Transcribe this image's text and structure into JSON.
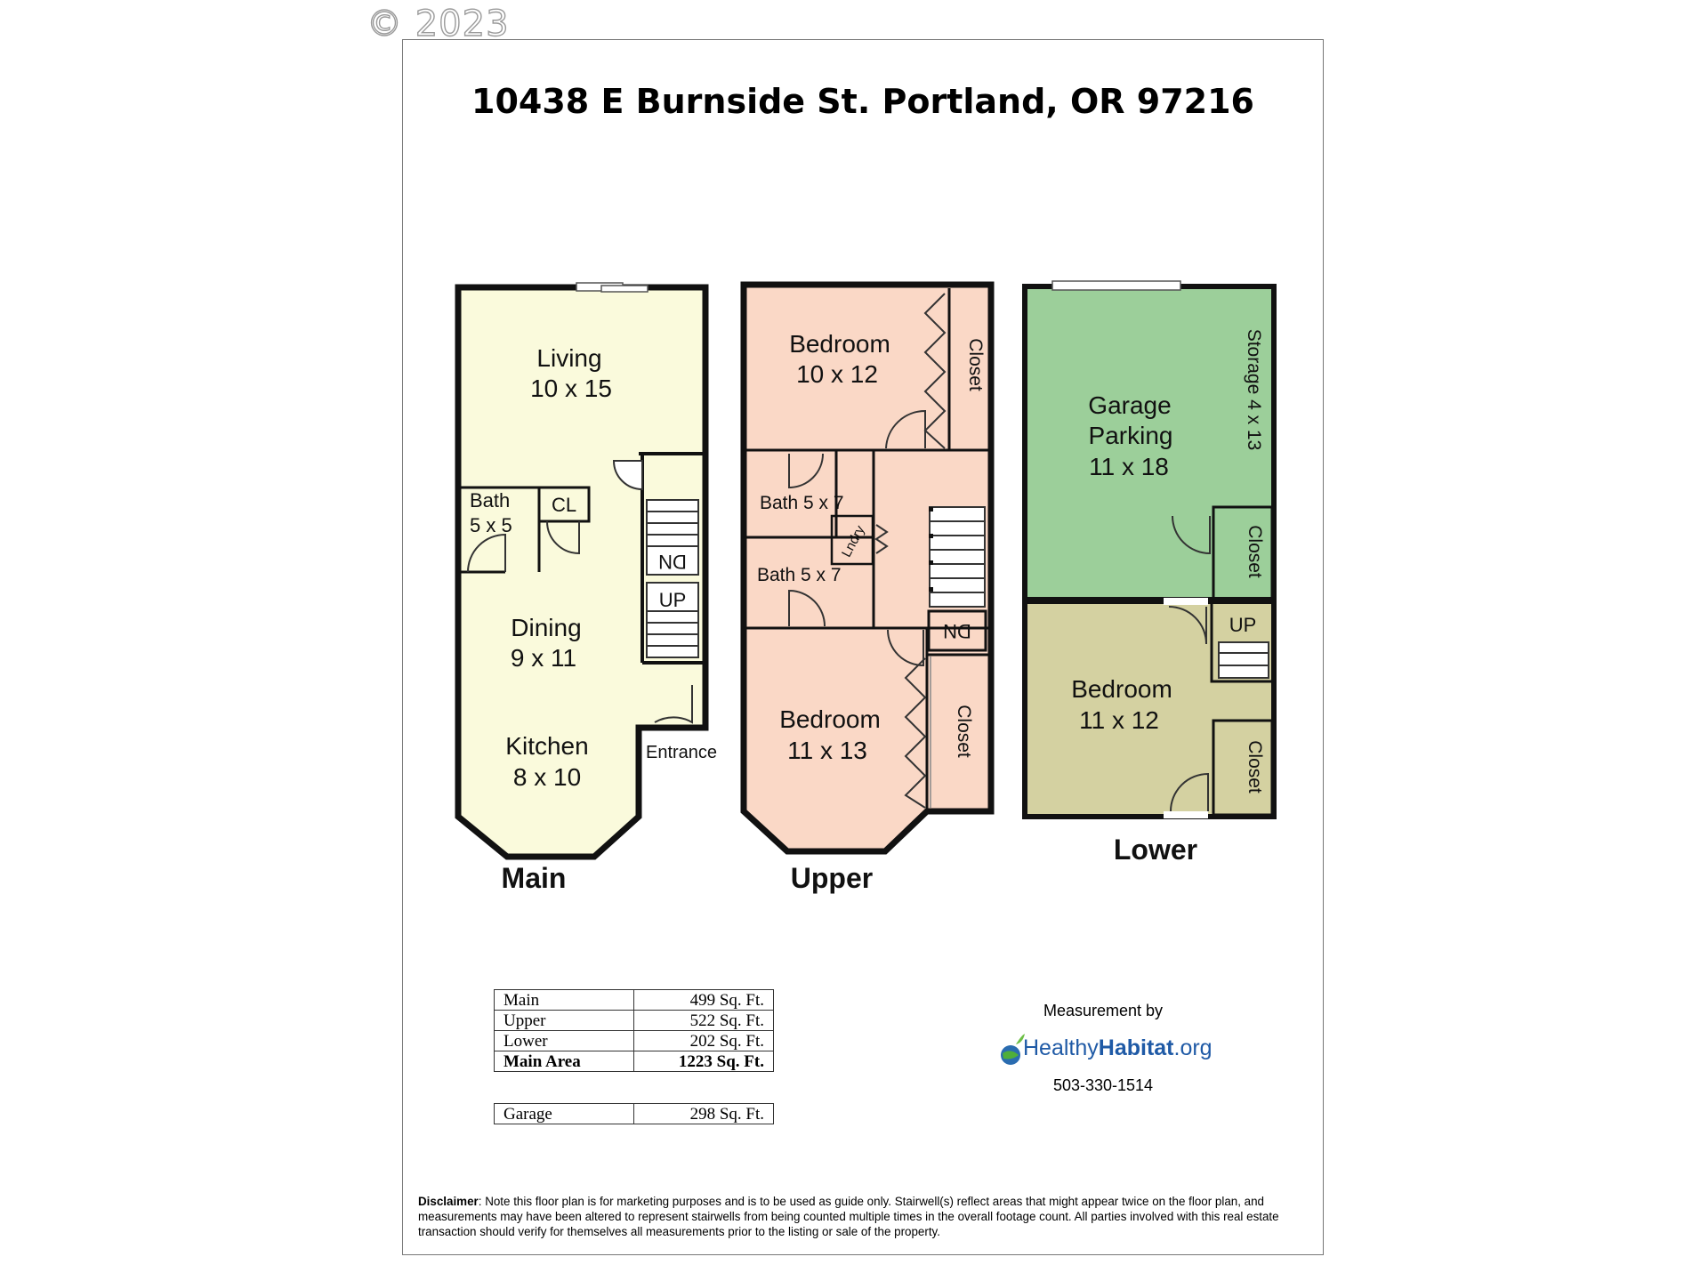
{
  "watermark": "© 2023",
  "title": "10438 E Burnside St. Portland, OR 97216",
  "colors": {
    "main_fill": "#fafadc",
    "upper_fill": "#fad8c6",
    "garage_fill": "#9ccf9a",
    "lower_fill": "#d4d1a1",
    "wall": "#111111"
  },
  "floors": {
    "main": {
      "label": "Main",
      "rooms": {
        "living": {
          "name": "Living",
          "dims": "10 x 15"
        },
        "bath": {
          "name": "Bath",
          "dims": "5 x 5"
        },
        "closet": "CL",
        "dining": {
          "name": "Dining",
          "dims": "9 x 11"
        },
        "kitchen": {
          "name": "Kitchen",
          "dims": "8 x 10"
        }
      },
      "stair_down": "DN",
      "stair_up": "UP",
      "entrance": "Entrance"
    },
    "upper": {
      "label": "Upper",
      "rooms": {
        "bedroom1": {
          "name": "Bedroom",
          "dims": "10 x 12"
        },
        "closet1": "Closet",
        "bath1": "Bath 5 x 7",
        "laundry": "Lndry",
        "bath2": "Bath 5 x 7",
        "bedroom2": {
          "name": "Bedroom",
          "dims": "11 x 13"
        },
        "closet2": "Closet"
      },
      "stair_down": "DN"
    },
    "lower": {
      "label": "Lower",
      "rooms": {
        "garage": {
          "name1": "Garage",
          "name2": "Parking",
          "dims": "11 x 18"
        },
        "storage": "Storage 4 x 13",
        "closet1": "Closet",
        "bedroom": {
          "name": "Bedroom",
          "dims": "11 x 12"
        },
        "closet2": "Closet"
      },
      "stair_up": "UP"
    }
  },
  "area_table": [
    {
      "label": "Main",
      "value": "499 Sq. Ft.",
      "bold": false
    },
    {
      "label": "Upper",
      "value": "522 Sq. Ft.",
      "bold": false
    },
    {
      "label": "Lower",
      "value": "202 Sq. Ft.",
      "bold": false
    },
    {
      "label": "Main Area",
      "value": "1223 Sq. Ft.",
      "bold": true
    }
  ],
  "garage_table": [
    {
      "label": "Garage",
      "value": "298 Sq. Ft."
    }
  ],
  "measurement": {
    "label": "Measurement by",
    "logo_healthy": "Healthy",
    "logo_habitat": "Habitat",
    "logo_org": ".org",
    "phone": "503-330-1514"
  },
  "disclaimer": {
    "lead": "Disclaimer",
    "text": ": Note this floor plan is for marketing purposes and is to be used as guide only.  Stairwell(s) reflect areas that might appear twice on the floor plan, and measurements may have been altered to represent stairwells from being counted multiple times in the overall footage count.  All parties involved with this real estate transaction should verify for themselves all measurements prior to the listing or sale of the property."
  }
}
